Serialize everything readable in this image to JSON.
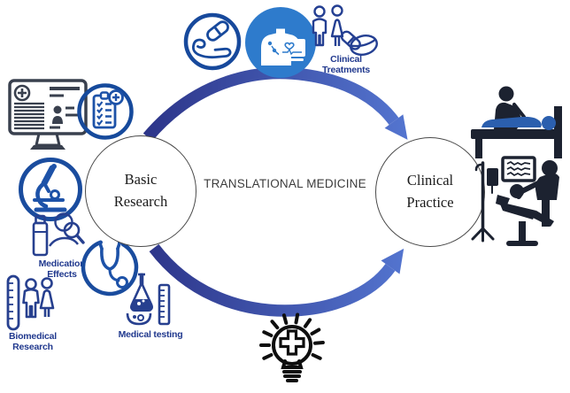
{
  "title": "TRANSLATIONAL MEDICINE",
  "nodes": {
    "basic": {
      "line1": "Basic",
      "line2": "Research"
    },
    "clinical": {
      "line1": "Clinical",
      "line2": "Practice"
    }
  },
  "captions": {
    "clinical_treatments": {
      "line1": "Clinical",
      "line2": "Treatments"
    },
    "medication_effects": {
      "line1": "Medication",
      "line2": "Effects"
    },
    "biomedical_research": {
      "line1": "Biomedical",
      "line2": "Research"
    },
    "medical_testing": {
      "line1": "Medical testing"
    }
  },
  "icons": {
    "pill-in-hand-icon": "outlined circle with a hand offering a capsule",
    "defibrillator-patient-icon": "solid blue circle, white torso wired to cardiac monitor",
    "patients-pills-icon": "man and woman figures with capsule and tablet",
    "ehr-monitor-icon": "computer monitor showing electronic health record",
    "medical-checklist-icon": "outlined circle with clipboard checklist and plus badge",
    "microscope-icon": "outlined circle with microscope",
    "medication-review-icon": "pill bottle and person with magnifying glass",
    "stethoscope-icon": "open circle arc with stethoscope",
    "biomedical-samples-icon": "graduated test tube with man and woman figures",
    "medical-testing-icon": "flask, petri dish and graduated cylinder",
    "doctor-examining-patient-bed-icon": "pictogram of clinician examining patient in bed",
    "patient-treatment-chair-icon": "pictogram of clinician, IV drip, monitor and reclined patient",
    "idea-medical-bulb-icon": "light bulb with medical cross and rays"
  },
  "colors": {
    "primary_blue": "#1b4a9c",
    "inner_blue": "#1d52a8",
    "navy_text": "#21398e",
    "filled_icon_blue": "#2e7bcc",
    "arrow_gradient_start": "#2c3488",
    "arrow_gradient_end": "#5577d2",
    "pictogram_dark": "#1c2230",
    "patient_blue": "#2b5fae",
    "monitor_dark": "#39404e",
    "title_text": "#3c3c3c",
    "node_outline": "#4a4a4a",
    "bulb_black": "#0e0e0e"
  }
}
